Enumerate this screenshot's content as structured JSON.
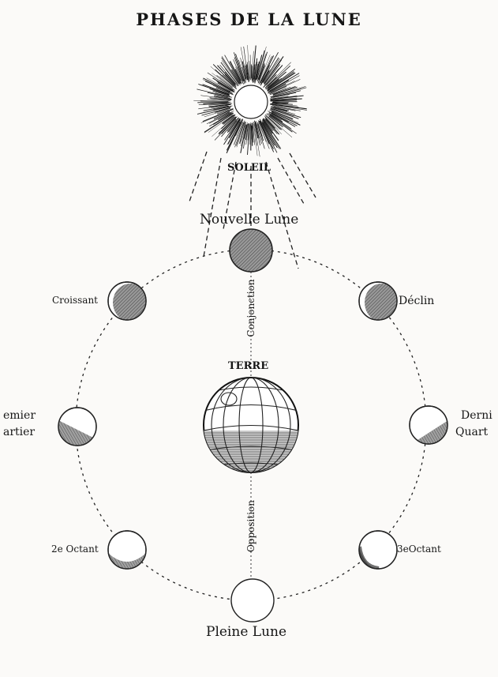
{
  "title": "PHASES DE LA LUNE",
  "sun": {
    "label": "SOLEIL",
    "icon": "sun-icon"
  },
  "earth": {
    "label": "TERRE",
    "icon": "earth-globe-icon"
  },
  "axis": {
    "top_label": "Conjonction",
    "bottom_label": "Opposition"
  },
  "phases": {
    "new_moon": "Nouvelle Lune",
    "crescent": "Croissant",
    "decline": "Déclin",
    "first_quarter_line1": "emier",
    "first_quarter_line2": "artier",
    "last_quarter_line1": "Derni",
    "last_quarter_line2": "Quart",
    "second_octant": "2e Octant",
    "third_octant": "3eOctant",
    "full_moon": "Pleine  Lune"
  },
  "colors": {
    "ink": "#161616",
    "paper": "#fbfaf8",
    "shade": "#8a8a8a"
  }
}
